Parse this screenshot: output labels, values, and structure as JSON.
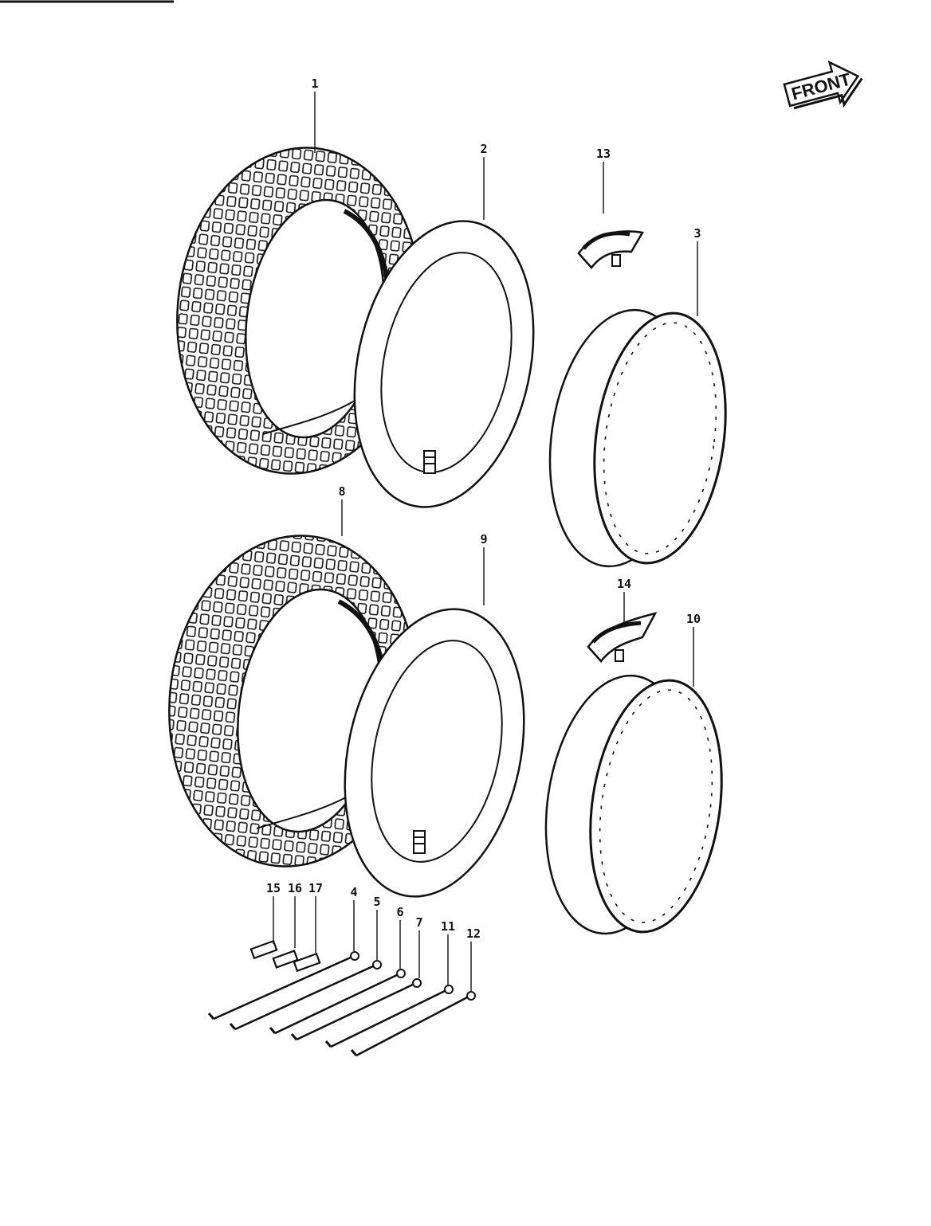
{
  "direction_label": "FRONT",
  "callouts": [
    "1",
    "2",
    "3",
    "4",
    "5",
    "6",
    "7",
    "8",
    "9",
    "10",
    "11",
    "12",
    "13",
    "14",
    "15",
    "16",
    "17"
  ]
}
